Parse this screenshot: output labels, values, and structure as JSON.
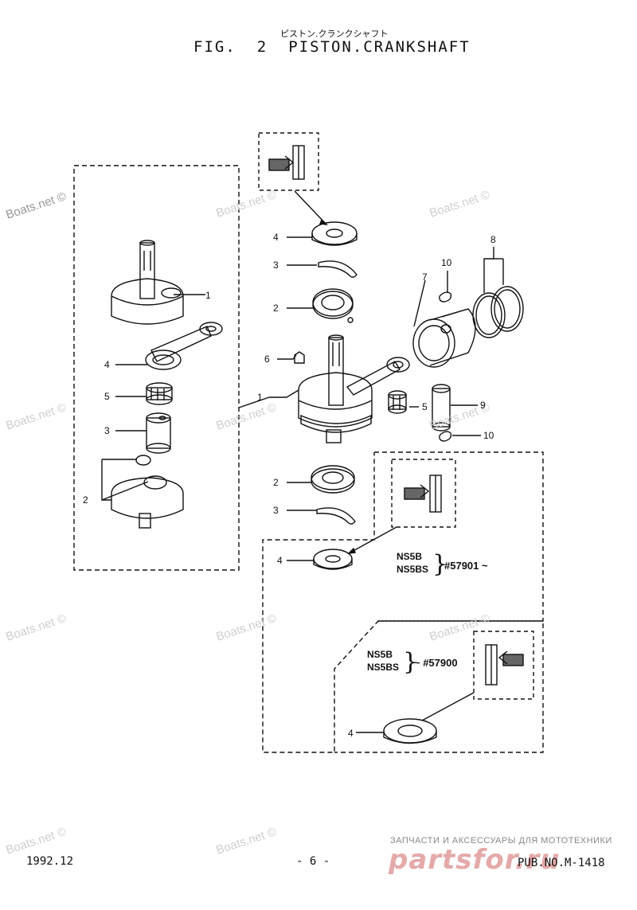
{
  "header": {
    "japanese": "ピストン.クランクシャフト",
    "fig": "FIG.",
    "number": "2",
    "title": "PISTON.CRANKSHAFT"
  },
  "watermark": "Boats.net ©",
  "callouts": {
    "left": [
      "1",
      "4",
      "5",
      "3",
      "2"
    ],
    "center": [
      "4",
      "3",
      "2",
      "6",
      "1",
      "5",
      "2",
      "3",
      "4"
    ],
    "right": [
      "10",
      "7",
      "8",
      "9",
      "10"
    ],
    "lower": [
      "4"
    ]
  },
  "models": {
    "a": {
      "lines": [
        "NS5B",
        "NS5BS"
      ],
      "brace": "}",
      "serial": "#57901 ~"
    },
    "b": {
      "lines": [
        "NS5B",
        "NS5BS"
      ],
      "brace": "}",
      "serial": "~ #57900"
    }
  },
  "footer": {
    "date": "1992.12",
    "page": "- 6 -",
    "pub": "PUB.NO.M-1418",
    "ru_caption": "ЗАПЧАСТИ И АКСЕССУАРЫ ДЛЯ МОТОТЕХНИКИ",
    "brand": "partsfor.ru"
  }
}
